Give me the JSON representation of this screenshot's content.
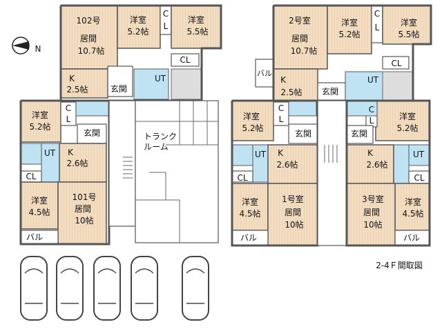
{
  "compass": {
    "north_label": "N"
  },
  "caption": "2-4Ｆ間取図",
  "left_building": {
    "unit_102": {
      "name": "102号",
      "living": "居間",
      "living_size": "10.7帖",
      "west_room": "洋室",
      "west_size": "5.2帖",
      "east_room": "洋室",
      "east_size": "5.5帖",
      "cl1": "C",
      "cl1b": "L",
      "cl2": "CL",
      "kitchen": "K",
      "kitchen_size": "2.5帖",
      "entry": "玄関",
      "ut": "UT"
    },
    "unit_101": {
      "name": "101号",
      "living": "居間",
      "living_size": "10帖",
      "room1": "洋室",
      "room1_size": "5.2帖",
      "room2": "洋室",
      "room2_size": "4.5帖",
      "cl1": "C",
      "cl1b": "L",
      "cl2": "CL",
      "kitchen": "K",
      "kitchen_size": "2.6帖",
      "entry": "玄関",
      "ut": "UT",
      "balcony": "バル"
    },
    "trunk_room": {
      "line1": "トランク",
      "line2": "ルーム"
    }
  },
  "right_building": {
    "unit_2": {
      "name": "2号室",
      "living": "居間",
      "living_size": "10.7帖",
      "room1": "洋室",
      "room1_size": "5.2帖",
      "room2": "洋室",
      "room2_size": "5.5帖",
      "cl1": "C",
      "cl1b": "L",
      "cl2": "CL",
      "kitchen": "K",
      "kitchen_size": "2.5帖",
      "entry": "玄関",
      "ut": "UT",
      "balcony": "バル"
    },
    "unit_1": {
      "name": "1号室",
      "living": "居間",
      "living_size": "10帖",
      "room1": "洋室",
      "room1_size": "5.2帖",
      "room2": "洋室",
      "room2_size": "4.5帖",
      "cl1": "C",
      "cl1b": "L",
      "cl2": "CL",
      "kitchen": "K",
      "kitchen_size": "2.6帖",
      "entry": "玄関",
      "ut": "UT",
      "balcony": "バル"
    },
    "unit_3": {
      "name": "3号室",
      "living": "居間",
      "living_size": "10帖",
      "room1": "洋室",
      "room1_size": "5.2帖",
      "room2": "洋室",
      "room2_size": "4.5帖",
      "cl1": "C",
      "cl1b": "L",
      "cl2": "CL",
      "kitchen": "K",
      "kitchen_size": "2.6帖",
      "entry": "玄関",
      "ut": "UT",
      "balcony": "バル"
    }
  }
}
